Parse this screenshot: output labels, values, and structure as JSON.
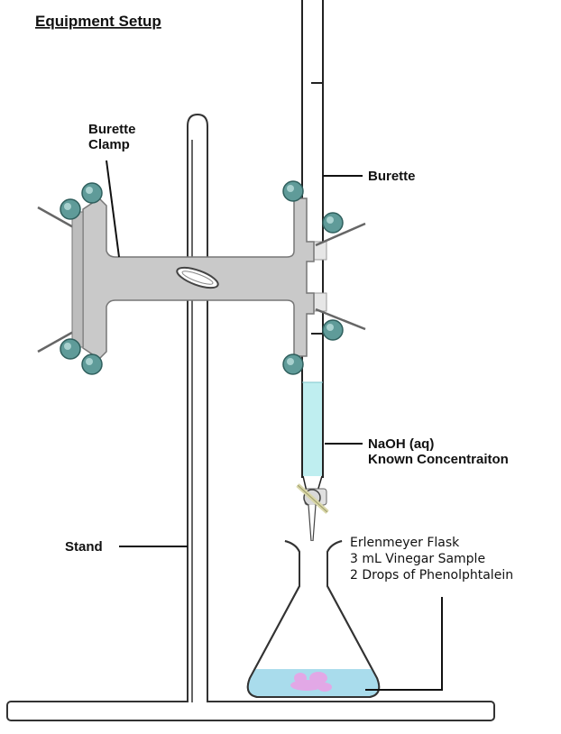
{
  "title": "Equipment Setup",
  "labels": {
    "burette_clamp_line1": "Burette",
    "burette_clamp_line2": "Clamp",
    "burette": "Burette",
    "naoh_line1": "NaOH (aq)",
    "naoh_line2": "Known Concentraiton",
    "stand": "Stand",
    "flask_line1": "Erlenmeyer Flask",
    "flask_line2": "3 mL Vinegar Sample",
    "flask_line3": "2 Drops of Phenolphtalein"
  },
  "colors": {
    "clamp": "#c9c9c9",
    "knob": "#5f9b99",
    "naoh_liquid": "#bfeef0",
    "drop": "#8fd4e3",
    "flask_liquid": "#a9dcec",
    "phenolphthalein": "#e9a3e6"
  },
  "icons": [
    "burette-clamp-icon",
    "burette-icon",
    "stopcock-icon",
    "erlenmeyer-flask-icon",
    "ring-stand-icon"
  ]
}
